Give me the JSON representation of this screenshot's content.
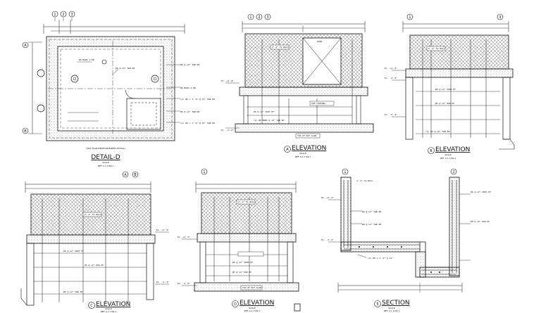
{
  "sheet": {
    "top_bubbles": [
      "1",
      "2",
      "3"
    ],
    "views": {
      "detail_d": {
        "title": "DETAIL-D",
        "note": "(MAT SLAB REINFORCEMENT DETAIL)",
        "sub1": "SCALE",
        "sub2": "REF. S-1.7/S9.1",
        "bubbles_top": [
          "1",
          "2",
          "3"
        ],
        "bubbles_side": [
          "A",
          "B"
        ],
        "labels": [
          "#5 BARS 2 EW",
          "#6 @ 12\" T&B EW",
          "#5 @ 12\" T&B EW",
          "#6 BARS 2 EW",
          "(2) #6 x 1'-0\" @ 12\" T&B EW",
          "#5 @ 12\" T&B EW",
          "(2) #6 x 1'-0\" @ 12\" T&B EW"
        ]
      },
      "elev_a": {
        "title": "ELEVATION",
        "key": "A",
        "sub1": "SCALE",
        "sub2": "REF. S-1.7/S9.1",
        "bubbles": [
          "1",
          "2",
          "3"
        ],
        "labels": [
          "2'-4\" TG WALL",
          "DOOR",
          "#5 @ 12\" VERT EF",
          "SEE FOOTING",
          "(2) #5 BARS @ 12\" T&B EW",
          "TOP OF MAT SLAB",
          "EL. +4'-0\"",
          "EL. -4'-0\""
        ]
      },
      "elev_b": {
        "title": "ELEVATION",
        "key": "B",
        "sub1": "SCALE",
        "sub2": "REF. S-1.7/S9.1",
        "bubbles": [
          "1",
          "3"
        ],
        "labels": [
          "2'-4\" TG WALL",
          "#6 @ 12\" VERT EF",
          "#5 @ 12\" HOR EF",
          "(2) #5 @ 12\" T&B EW",
          "EL. +4'-0\"",
          "EL. -4'-0\"",
          "EL. -5'-4\""
        ]
      },
      "elev_c": {
        "title": "ELEVATION",
        "key": "C",
        "sub1": "SCALE",
        "sub2": "REF. S-1.7/S9.1",
        "bubbles": [
          "A",
          "B"
        ],
        "labels": [
          "2'-4\" TG WALL",
          "#6 @ 12\" VERT EF",
          "#5 @ 12\" HOR EF",
          "#6 @ 12\" T&B EW",
          "EL. +4'-0\"",
          "EL. -4'-0\""
        ]
      },
      "elev_d": {
        "title": "ELEVATION",
        "key": "D",
        "sub1": "SCALE",
        "sub2": "REF. S-1.7/S9.1",
        "bubbles": [
          "1"
        ],
        "labels": [
          "2'-4\" TG WALL",
          "#6 @ 12\" VERT EF",
          "#5 @ 12\" HOR EF",
          "TOP OF MAT SLAB",
          "EL. +4'-0\"",
          "EL. -4'-0\""
        ]
      },
      "section": {
        "title": "SECTION",
        "key": "5",
        "sub1": "SCALE",
        "sub2": "REF. S-1.7/S9.1",
        "bubbles": [
          "1",
          "2"
        ],
        "labels": [
          "2'-4\" TG WALL",
          "#6 @ 12\" VERT EF",
          "#5 @ 12\" HOR EF",
          "#5 @ 12\" T&B EW",
          "#6 @ 12\" T&B EW",
          "(2) #6 x 1'-0\" @ 12\"",
          "EL. +4'-0\"",
          "EL. -4'-0\""
        ]
      }
    }
  }
}
